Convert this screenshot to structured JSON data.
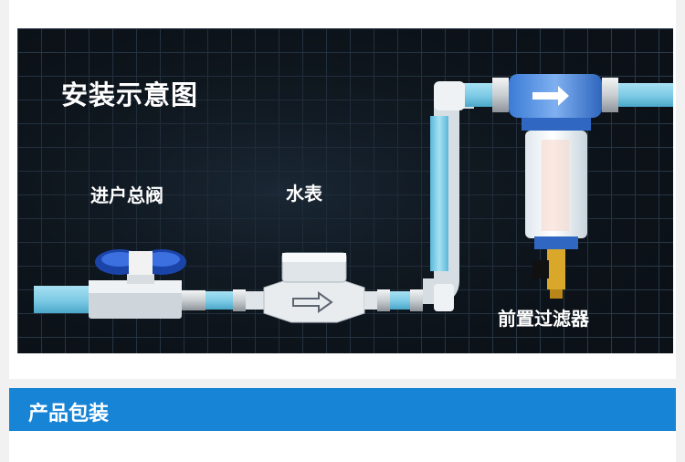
{
  "diagram": {
    "title": "安装示意图",
    "labels": {
      "main_valve": "进户总阀",
      "water_meter": "水表",
      "pre_filter": "前置过滤器"
    }
  },
  "section": {
    "title": "产品包装"
  },
  "colors": {
    "pipe": "#8fd2ea",
    "diagram_background": "#0b1117",
    "section_bar": "#1784d6"
  }
}
